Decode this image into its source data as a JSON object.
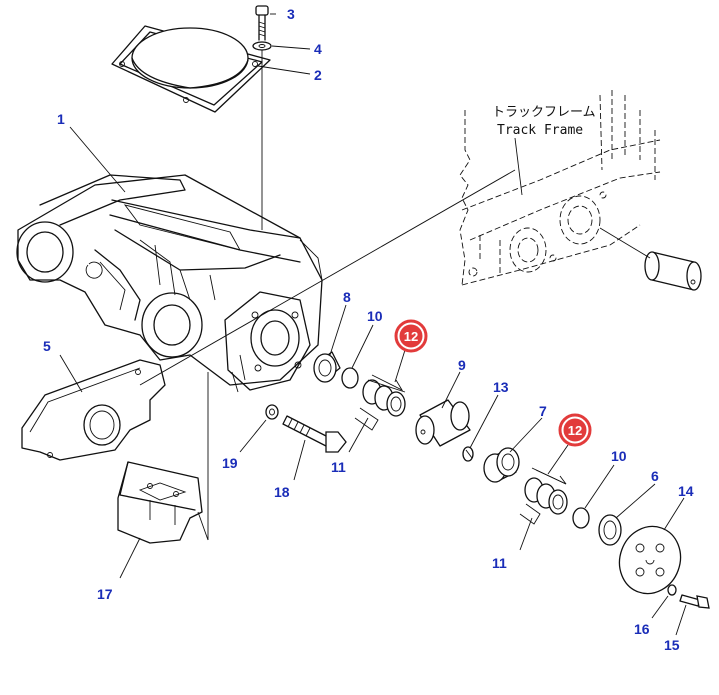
{
  "callouts": {
    "c1": "1",
    "c2": "2",
    "c3": "3",
    "c4": "4",
    "c5": "5",
    "c6": "6",
    "c7": "7",
    "c8": "8",
    "c9": "9",
    "c10a": "10",
    "c10b": "10",
    "c11a": "11",
    "c11b": "11",
    "c12a": "12",
    "c12b": "12",
    "c13": "13",
    "c14": "14",
    "c15": "15",
    "c16": "16",
    "c17": "17",
    "c18": "18",
    "c19": "19"
  },
  "frame_label": {
    "jp": "トラックフレーム",
    "en": "Track Frame"
  },
  "colors": {
    "callout_text": "#1a2db8",
    "highlight": "#e23b3b",
    "line": "#111111"
  }
}
